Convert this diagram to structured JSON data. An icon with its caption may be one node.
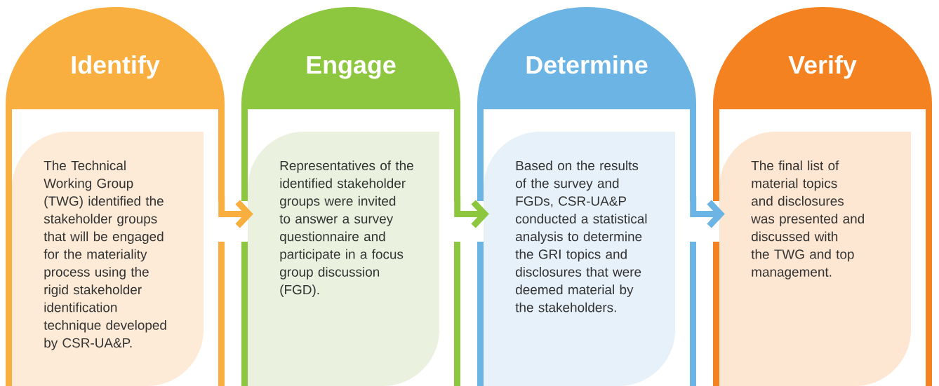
{
  "diagram": {
    "nodes": [
      {
        "text": [
          "Identify",
          "The Technical Working Group (TWG) identified the stakeholder groups that will be engaged for the materiality process using the rigid stakeholder identification technique developed by CSR-UA&P."
        ]
      },
      {
        "text": [
          "Engage",
          "Representatives of the identified stakeholder groups were invited to answer a survey questionnaire and participate in a focus group discussion (FGD)."
        ]
      },
      {
        "text": [
          "Determine",
          "Based on the results of the survey and FGDs, CSR-UA&P conducted a statistical analysis to determine the GRI topics and disclosures that were deemed material by the stakeholders."
        ]
      },
      {
        "text": [
          "Verify",
          "The final list of material topics and disclosures was presented and discussed with the TWG and top management."
        ]
      }
    ],
    "edges": [
      {
        "from": 0,
        "to": 1,
        "arrow": "to",
        "color": "#f9ae40"
      },
      {
        "from": 1,
        "to": 2,
        "arrow": "to",
        "color": "#8dc63f"
      },
      {
        "from": 2,
        "to": 3,
        "arrow": "to",
        "color": "#6cb4e4"
      }
    ]
  }
}
